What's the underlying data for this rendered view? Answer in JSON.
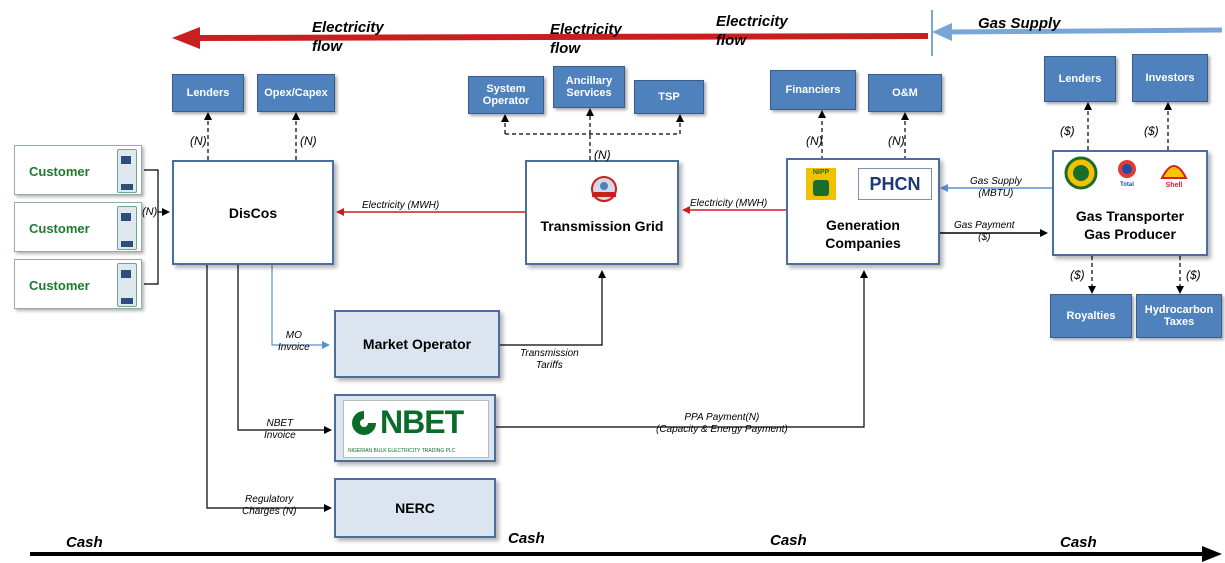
{
  "flows": {
    "electricity1": "Electricity\nflow",
    "electricity2": "Electricity\nflow",
    "electricity3": "Electricity\nflow",
    "gas_supply": "Gas Supply"
  },
  "top_boxes": {
    "lenders_left": "Lenders",
    "opex_capex": "Opex/Capex",
    "system_operator": "System\nOperator",
    "ancillary": "Ancillary\nServices",
    "tsp": "TSP",
    "financiers": "Financiers",
    "om": "O&M",
    "lenders_right": "Lenders",
    "investors": "Investors"
  },
  "main_boxes": {
    "discos": "DisCos",
    "transmission": "Transmission Grid",
    "generation": "Generation\nCompanies",
    "gas": "Gas Transporter\nGas Producer",
    "market_operator": "Market Operator",
    "nerc": "NERC"
  },
  "bottom_boxes": {
    "royalties": "Royalties",
    "hydrocarbon": "Hydrocarbon\nTaxes"
  },
  "customers": [
    "Customer",
    "Customer",
    "Customer"
  ],
  "logos": {
    "phcn": "PHCN",
    "nipp": "NIPP",
    "total": "Total",
    "shell": "Shell",
    "nbet": "NBET",
    "nbet_sub": "NIGERIAN BULK ELECTRICITY TRADING PLC"
  },
  "labels": {
    "n_lenders": "(N)",
    "n_opex": "(N)",
    "n_customers": "(N)",
    "n_tsp": "(N)",
    "n_financiers": "(N)",
    "n_om": "(N)",
    "s_lenders": "($)",
    "s_investors": "($)",
    "s_royalties": "($)",
    "s_hydro": "($)",
    "elec_discos": "Electricity (MWH)",
    "elec_trans": "Electricity (MWH)",
    "gas_supply_label": "Gas Supply\n(MBTU)",
    "gas_payment": "Gas Payment\n($)",
    "mo_invoice": "MO\nInvoice",
    "trans_tariffs": "Transmission\nTariffs",
    "nbet_invoice": "NBET\nInvoice",
    "ppa_payment": "PPA Payment(N)\n(Capacity & Energy Payment)",
    "regulatory": "Regulatory\nCharges (N)"
  },
  "cash": [
    "Cash",
    "Cash",
    "Cash",
    "Cash"
  ],
  "colors": {
    "electricity_arrow": "#c8201e",
    "gas_arrow": "#7aa6d6",
    "box_fill": "#4f81bd"
  }
}
